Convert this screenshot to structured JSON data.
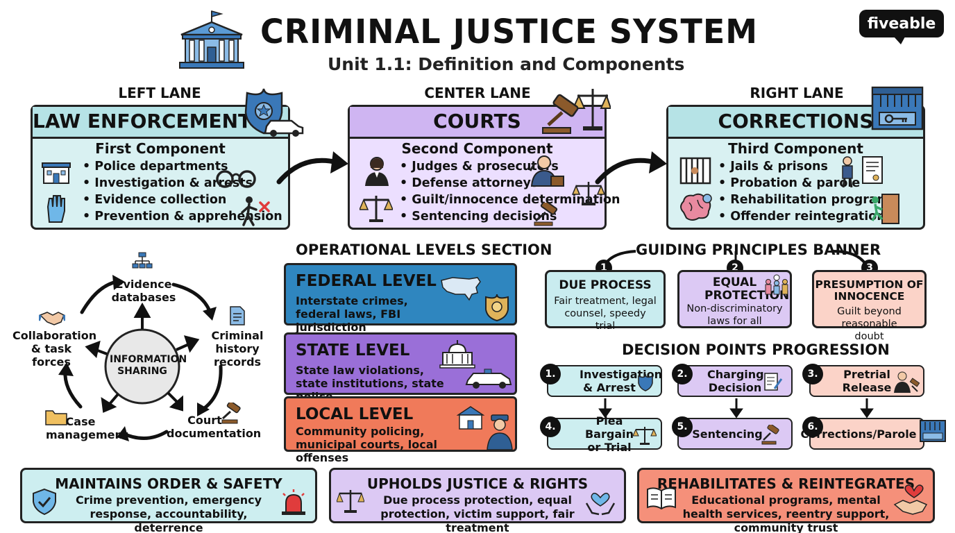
{
  "header": {
    "title": "CRIMINAL JUSTICE SYSTEM",
    "subtitle": "Unit 1.1: Definition and Components",
    "brand": "fiveable"
  },
  "colors": {
    "teal_panel": "#cdeef0",
    "purple_panel": "#dcc9f4",
    "federal": "#2f86bf",
    "state": "#9a6fd8",
    "local": "#f07a5a",
    "due_process": "#c9ecef",
    "equal_protection": "#dcc9f4",
    "presumption": "#fbd3c8"
  },
  "lanes": [
    {
      "lane": "LEFT LANE",
      "title": "LAW ENFORCEMENT",
      "component": "First Component",
      "items": [
        "Police departments",
        "Investigation & arrests",
        "Evidence collection",
        "Prevention & apprehension"
      ]
    },
    {
      "lane": "CENTER LANE",
      "title": "COURTS",
      "component": "Second Component",
      "items": [
        "Judges & prosecutors",
        "Defense attorneys",
        "Guilt/innocence determination",
        "Sentencing decisions"
      ]
    },
    {
      "lane": "RIGHT LANE",
      "title": "CORRECTIONS",
      "component": "Third Component",
      "items": [
        "Jails & prisons",
        "Probation & parole",
        "Rehabilitation programs",
        "Offender reintegration"
      ]
    }
  ],
  "info_sharing": {
    "center": "INFORMATION SHARING",
    "nodes": [
      "Evidence databases",
      "Criminal history records",
      "Court documentation",
      "Case management",
      "Collaboration & task forces"
    ]
  },
  "operational": {
    "title": "OPERATIONAL LEVELS SECTION",
    "levels": [
      {
        "title": "FEDERAL LEVEL",
        "desc": "Interstate crimes, federal laws, FBI jurisdiction"
      },
      {
        "title": "STATE LEVEL",
        "desc": "State law violations, state institutions, state police"
      },
      {
        "title": "LOCAL LEVEL",
        "desc": "Community policing, municipal courts, local offenses"
      }
    ]
  },
  "principles": {
    "title": "GUIDING PRINCIPLES BANNER",
    "items": [
      {
        "num": "1",
        "title": "DUE PROCESS",
        "desc": "Fair treatment, legal counsel, speedy trial"
      },
      {
        "num": "2",
        "title": "EQUAL PROTECTION",
        "desc": "Non-discriminatory laws for all"
      },
      {
        "num": "3",
        "title": "PRESUMPTION OF INNOCENCE",
        "desc": "Guilt beyond reasonable doubt"
      }
    ]
  },
  "decisions": {
    "title": "DECISION POINTS PROGRESSION",
    "steps": [
      {
        "num": "1.",
        "label": "Investigation & Arrest"
      },
      {
        "num": "2.",
        "label": "Charging Decision"
      },
      {
        "num": "3.",
        "label": "Pretrial Release"
      },
      {
        "num": "4.",
        "label": "Plea Bargain or Trial"
      },
      {
        "num": "5.",
        "label": "Sentencing"
      },
      {
        "num": "6.",
        "label": "Corrections/Parole"
      }
    ]
  },
  "outcomes": [
    {
      "title": "MAINTAINS ORDER & SAFETY",
      "desc": "Crime prevention, emergency response, accountability, deterrence"
    },
    {
      "title": "UPHOLDS JUSTICE & RIGHTS",
      "desc": "Due process protection, equal protection, victim support, fair treatment"
    },
    {
      "title": "REHABILITATES & REINTEGRATES",
      "desc": "Educational programs, mental health services, reentry support, community trust"
    }
  ]
}
